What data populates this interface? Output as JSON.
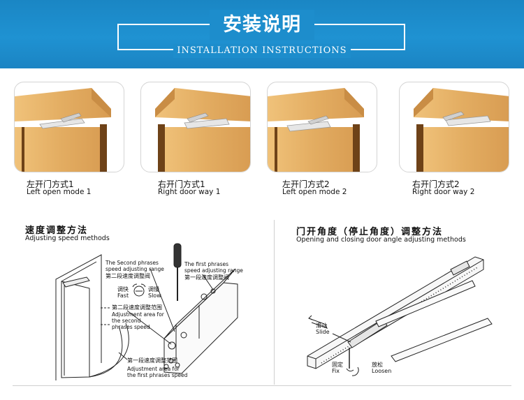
{
  "header": {
    "title_cn": "安装说明",
    "title_en": "INSTALLATION INSTRUCTIONS"
  },
  "modes": [
    {
      "cn": "左开门方式1",
      "en": "Left open mode 1"
    },
    {
      "cn": "右开门方式1",
      "en": "Right door way 1"
    },
    {
      "cn": "左开门方式2",
      "en": "Left open mode 2"
    },
    {
      "cn": "右开门方式2",
      "en": "Right door way 2"
    }
  ],
  "speed_section": {
    "title_cn": "速度调整方法",
    "title_en": "Adjusting speed methods",
    "second_phrases_range_en_1": "The Second phrases",
    "second_phrases_range_en_2": "speed adjusting range",
    "second_phrases_valve_cn": "第二段速度调整阀",
    "first_phrases_range_en_1": "The first phrases",
    "first_phrases_range_en_2": "speed adjusting range",
    "first_phrases_valve_cn": "第一段速度调整阀",
    "fast_cn": "调快",
    "fast_en": "Fast",
    "slow_cn": "调慢",
    "slow_en": "Slow",
    "second_area_cn": "第二段速度调整范围",
    "second_area_en_1": "Adjustment area for",
    "second_area_en_2": "the second",
    "second_area_en_3": "phrases speed",
    "first_area_cn": "第一段速度调整范围",
    "first_area_en_1": "Adjustment area for",
    "first_area_en_2": "the first phrases speed"
  },
  "angle_section": {
    "title_cn": "门开角度（停止角度）调整方法",
    "title_en": "Opening and closing door angle adjusting methods",
    "slide_cn": "滑动",
    "slide_en": "Slide",
    "fix_cn": "固定",
    "fix_en": "Fix",
    "loosen_cn": "放松",
    "loosen_en": "Loosen"
  },
  "colors": {
    "header_blue": "#1d8dcc",
    "wood_light": "#e8b76a",
    "wood_dark": "#7a4a1c"
  }
}
